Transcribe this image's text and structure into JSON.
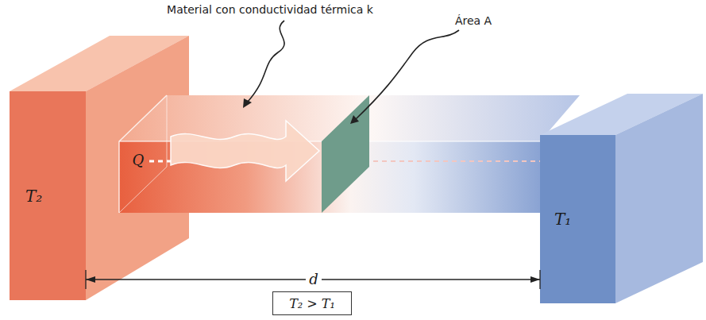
{
  "diagram": {
    "nodes": [
      {
        "text": [
          "T₂"
        ]
      },
      {
        "text": [
          "T₁"
        ]
      },
      {
        "text": [
          "T₂ > T₁"
        ]
      }
    ],
    "labels": [
      "Material con conductividad térmica k",
      "Área A",
      "Q",
      "d"
    ]
  }
}
